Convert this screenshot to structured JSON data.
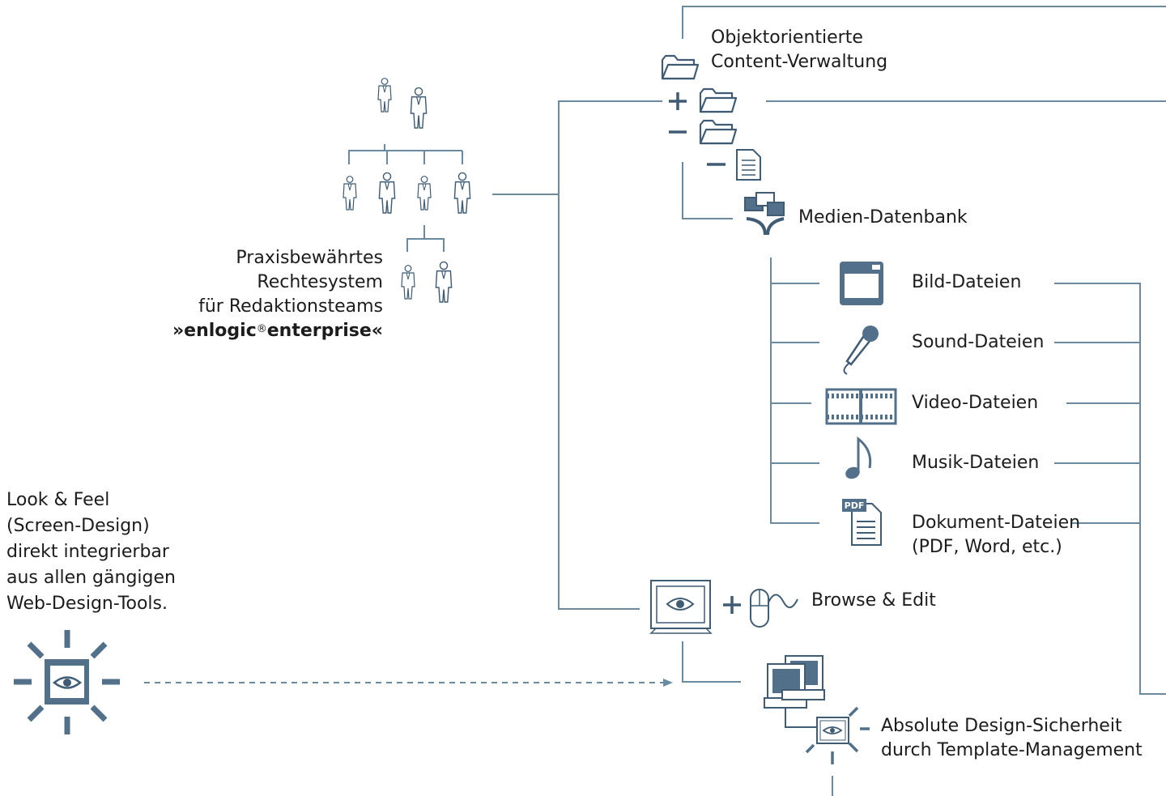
{
  "colors": {
    "line": "#6a8aa0",
    "icon": "#52708a",
    "icon_stroke": "#3f5c74",
    "text": "#1c1c1c"
  },
  "labels": {
    "content": [
      "Objektorientierte",
      "Content-Verwaltung"
    ],
    "rights": [
      "Praxisbewährtes",
      "Rechtesystem",
      "für Redaktionsteams"
    ],
    "product": {
      "prefix": "»enlogic",
      "reg": "®",
      "suffix": "enterprise«"
    },
    "media_db": "Medien-Datenbank",
    "bild": "Bild-Dateien",
    "sound": "Sound-Dateien",
    "video": "Video-Dateien",
    "musik": "Musik-Dateien",
    "dokument": [
      "Dokument-Dateien",
      "(PDF, Word, etc.)"
    ],
    "browse": "Browse & Edit",
    "design": [
      "Absolute Design-Sicherheit",
      "durch Template-Management"
    ],
    "look": [
      "Look & Feel",
      "(Screen-Design)",
      "direkt integrierbar",
      "aus allen gängigen",
      "Web-Design-Tools."
    ],
    "pdf_badge": "PDF"
  },
  "icons": [
    "folder-icon",
    "folder-plus-icon",
    "folder-minus-icon",
    "document-minus-icon",
    "media-database-icon",
    "team-hierarchy-icon",
    "image-file-icon",
    "microphone-icon",
    "film-strip-icon",
    "music-note-icon",
    "pdf-document-icon",
    "monitor-eye-icon",
    "mouse-icon",
    "computers-icon",
    "eye-burst-icon"
  ]
}
